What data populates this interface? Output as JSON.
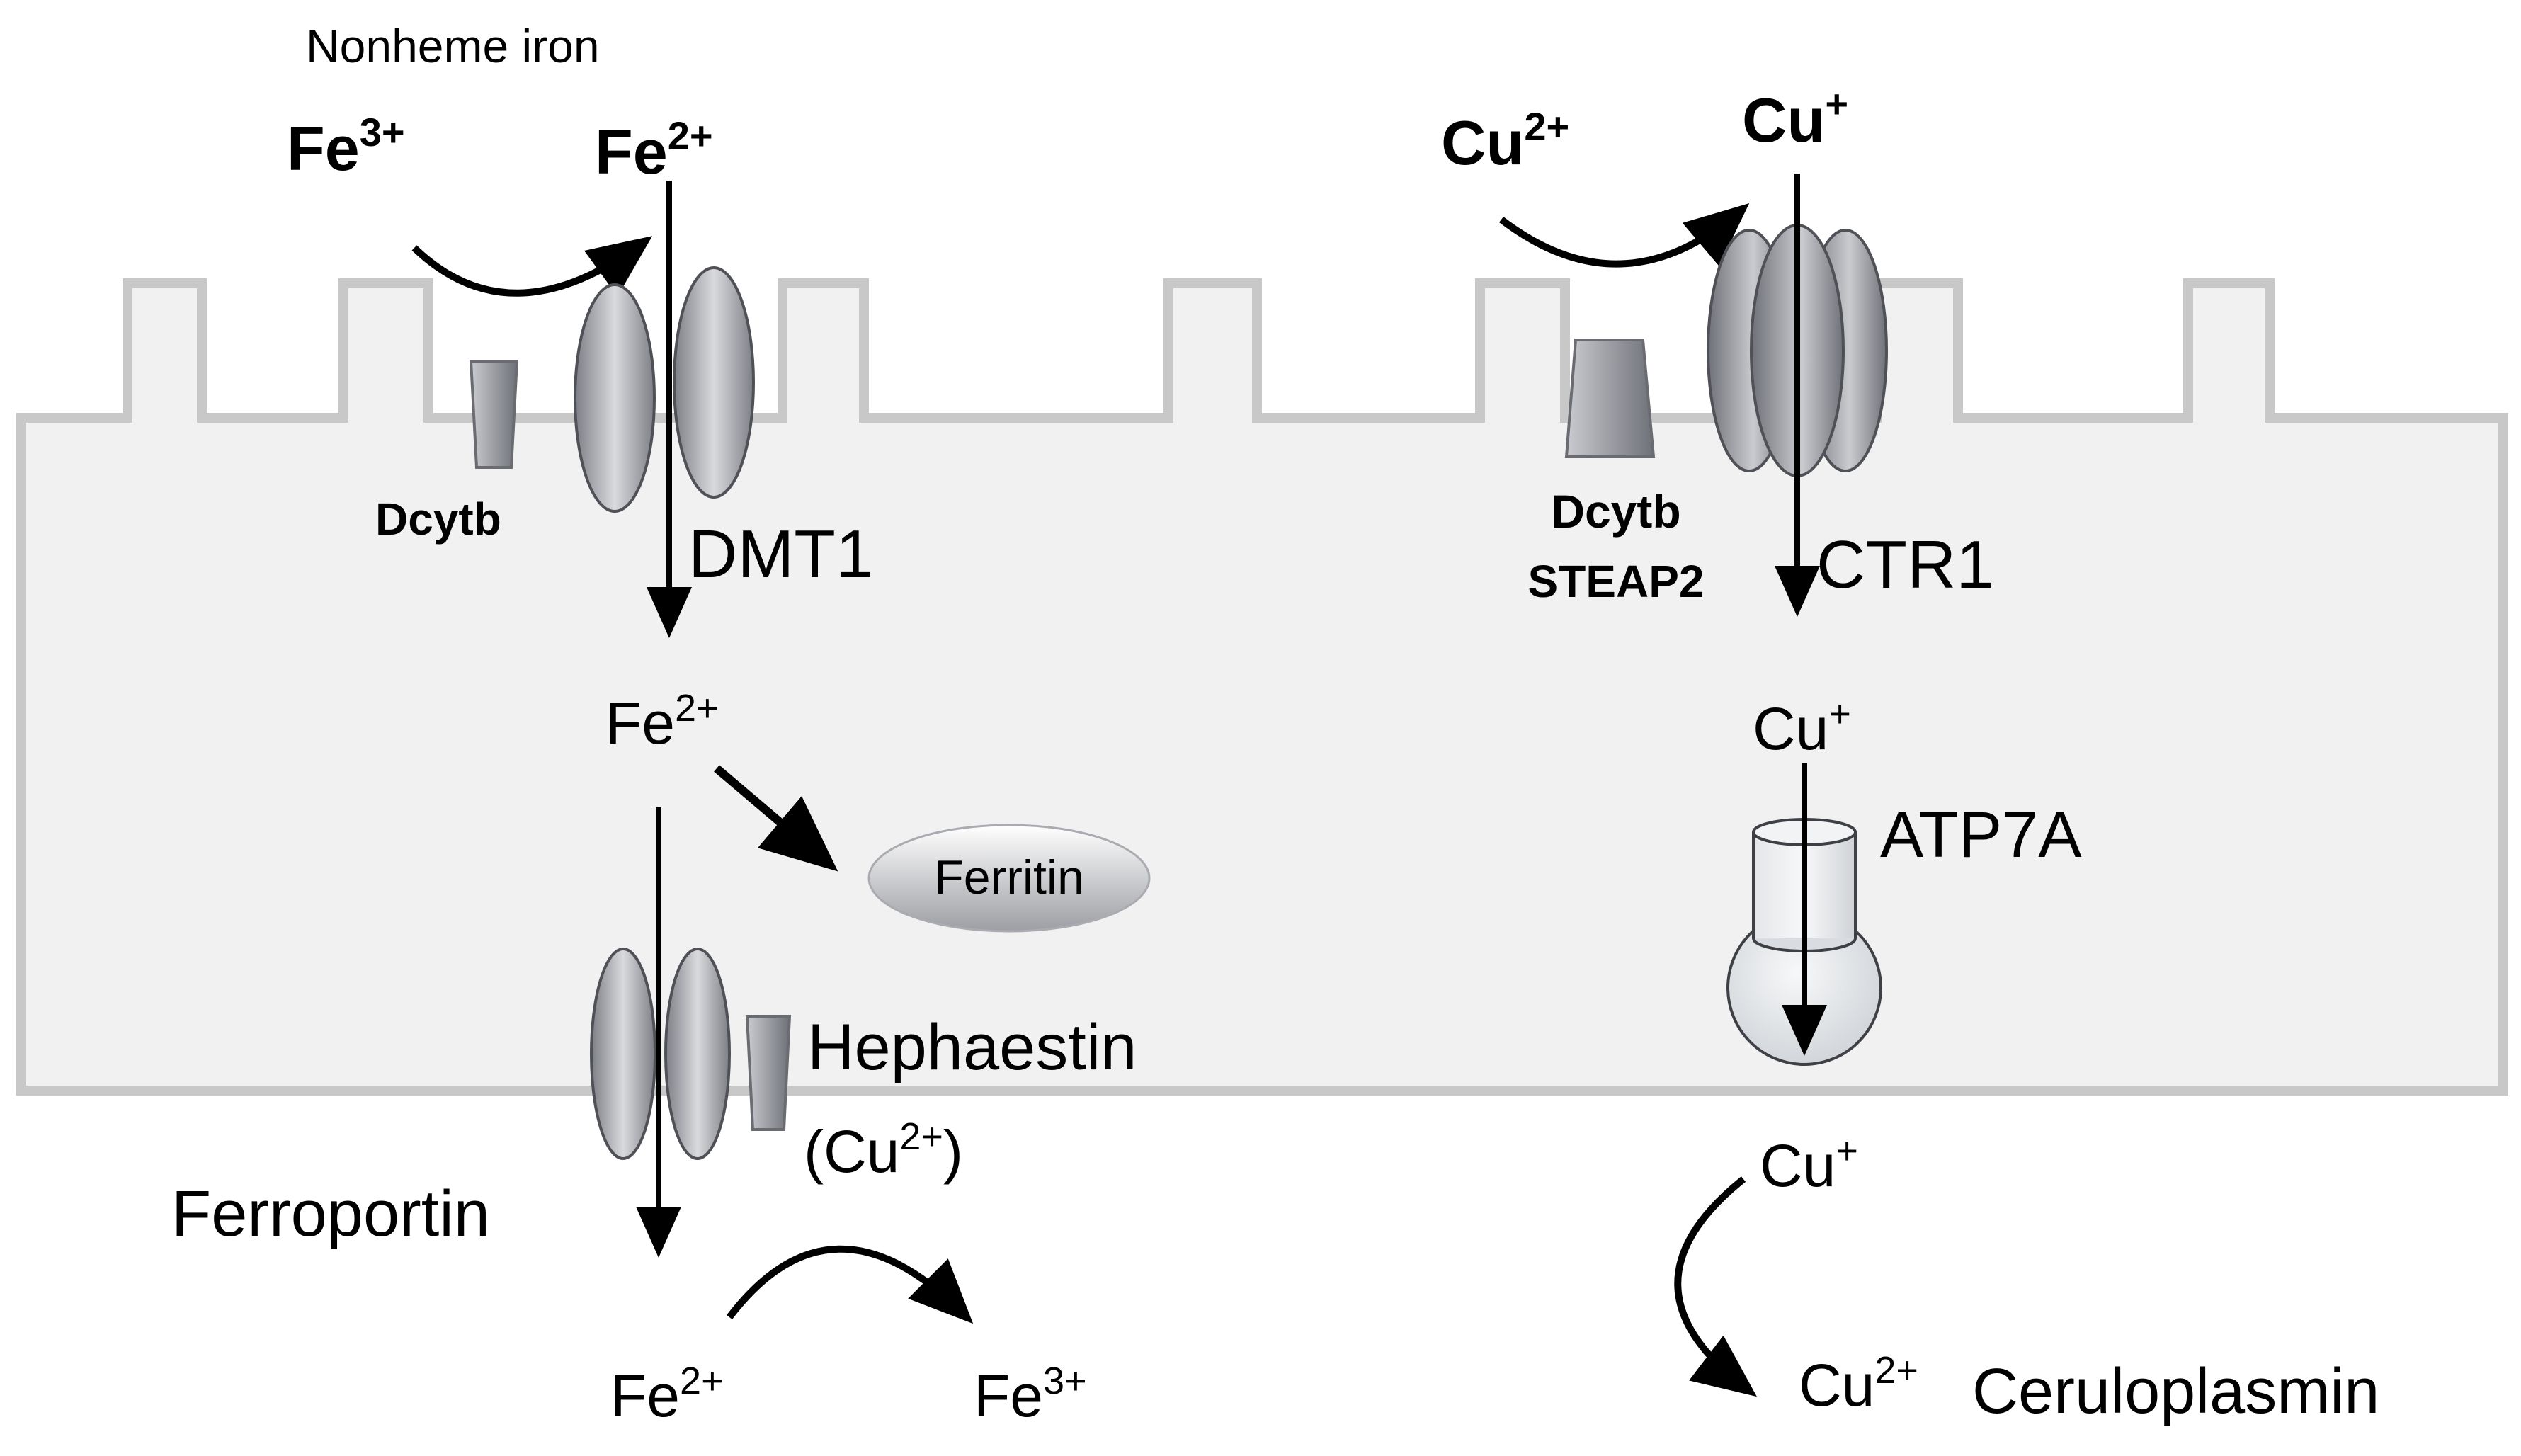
{
  "labels": {
    "nonheme_iron": "Nonheme iron",
    "fe_outside_left": {
      "base": "Fe",
      "sup": "3+"
    },
    "fe_outside_right": {
      "base": "Fe",
      "sup": "2+"
    },
    "dcytb_iron": "Dcytb",
    "dmt1": "DMT1",
    "fe_intracellular": {
      "base": "Fe",
      "sup": "2+"
    },
    "ferritin": "Ferritin",
    "hephaestin": "Hephaestin",
    "hephaestin_cofactor": {
      "open": "(",
      "base": "Cu",
      "sup": "2+",
      "close": ")"
    },
    "ferroportin": "Ferroportin",
    "fe_exported": {
      "base": "Fe",
      "sup": "2+"
    },
    "fe_oxidized": {
      "base": "Fe",
      "sup": "3+"
    },
    "cu_outside_left": {
      "base": "Cu",
      "sup": "2+"
    },
    "cu_outside_right": {
      "base": "Cu",
      "sup": "+"
    },
    "dcytb_copper": "Dcytb",
    "steap2": "STEAP2",
    "ctr1": "CTR1",
    "cu_intracellular": {
      "base": "Cu",
      "sup": "+"
    },
    "atp7a": "ATP7A",
    "cu_exported": {
      "base": "Cu",
      "sup": "+"
    },
    "cu_oxidized": {
      "base": "Cu",
      "sup": "2+"
    },
    "ceruloplasmin": "Ceruloplasmin"
  },
  "colors": {
    "membrane_fill": "#f1f1f1",
    "membrane_stroke": "#c8c8c8",
    "protein_dark": "#7d7f86",
    "protein_light": "#d8dadd",
    "arrow": "#000000"
  }
}
